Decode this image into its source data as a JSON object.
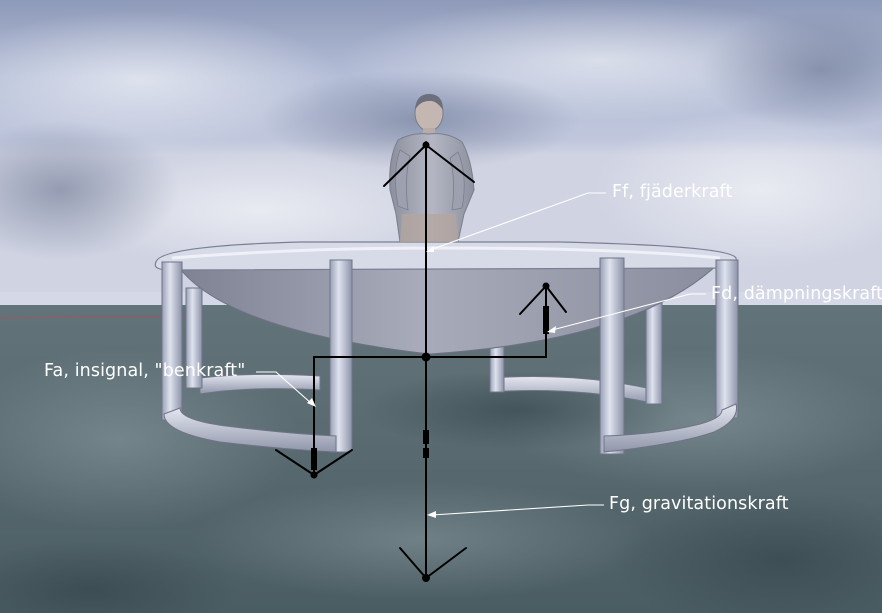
{
  "labels": {
    "spring_force": "Ff, fjäderkraft",
    "damping_force": "Fd, dämpningskraft",
    "input_force": "Fa, insignal, \"benkraft\"",
    "gravity_force": "Fg, gravitationskraft"
  },
  "colors": {
    "sky_top": "#9aa6c6",
    "sky_mid": "#b3bdd6",
    "ground": "#56676f",
    "frame": "#c9cee0",
    "frame_shadow": "#7c8296",
    "mat": "#9c9fb0",
    "person": "#a3a6b4",
    "force_lines": "#000000",
    "leader_lines": "#ffffff",
    "label_text": "#ffffff"
  },
  "icons": {
    "person": "standing-person-icon",
    "trampoline": "trampoline-frame-icon",
    "arrow": "force-arrow-icon"
  }
}
